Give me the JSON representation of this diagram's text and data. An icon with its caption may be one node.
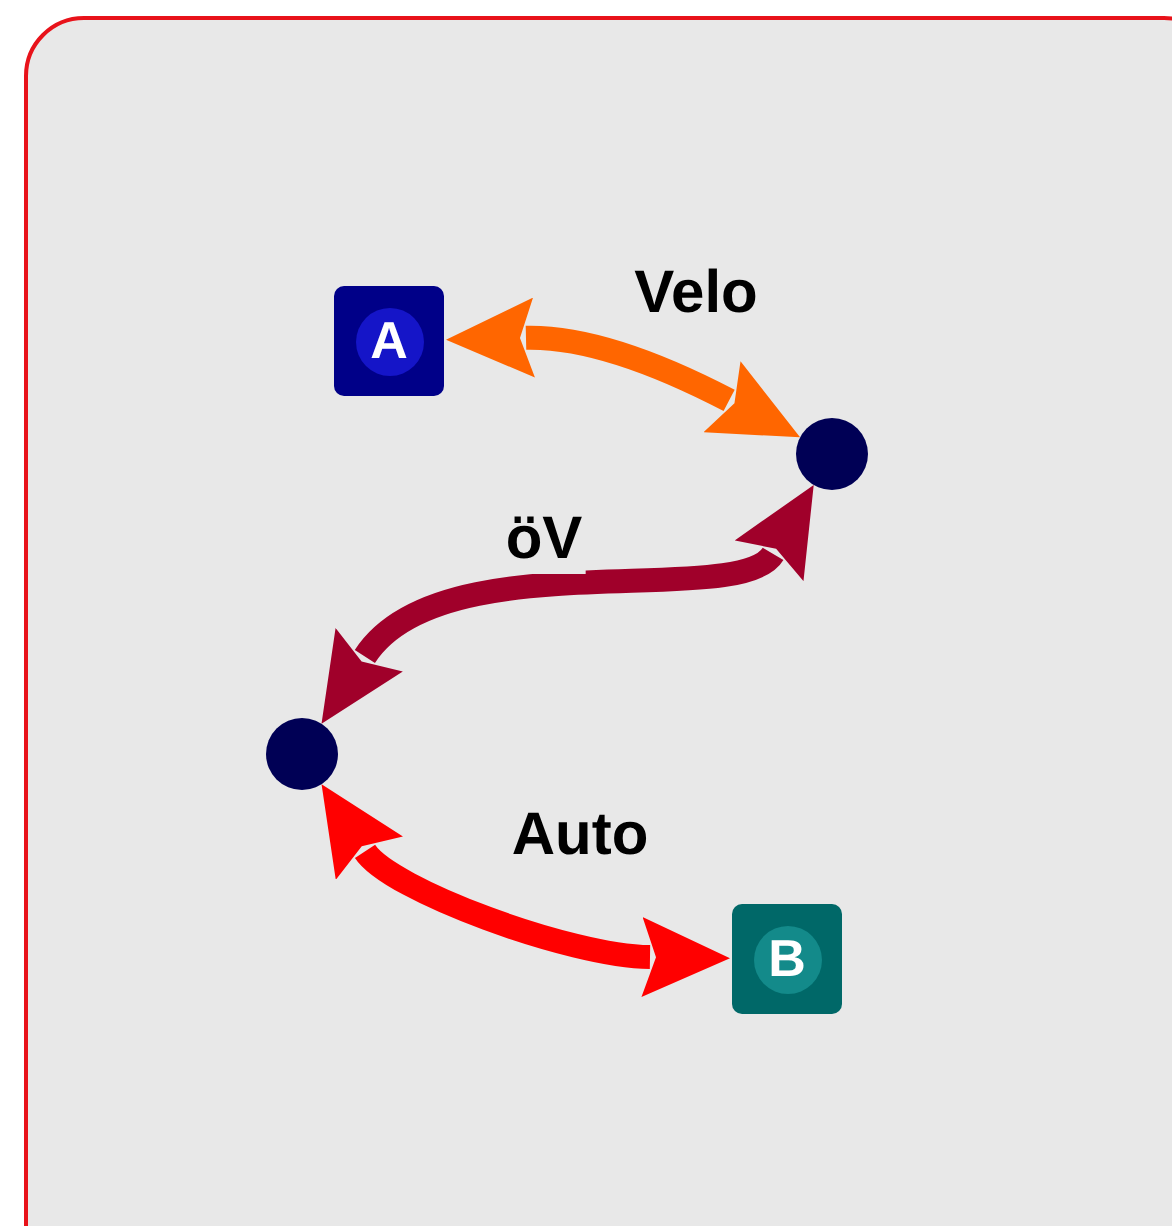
{
  "diagram": {
    "nodes": [
      {
        "text": [
          "A"
        ]
      },
      {
        "text": [],
        "shape": "circle"
      },
      {
        "text": [],
        "shape": "circle"
      },
      {
        "text": [
          "B"
        ]
      }
    ],
    "edges": [
      {
        "from": 0,
        "to": 1,
        "arrow": "both",
        "label": "Velo",
        "color": "#ff6600"
      },
      {
        "from": 1,
        "to": 2,
        "arrow": "both",
        "label": "öV",
        "color": "#a0002a"
      },
      {
        "from": 2,
        "to": 3,
        "arrow": "both",
        "label": "Auto",
        "color": "#ff0000"
      }
    ]
  }
}
